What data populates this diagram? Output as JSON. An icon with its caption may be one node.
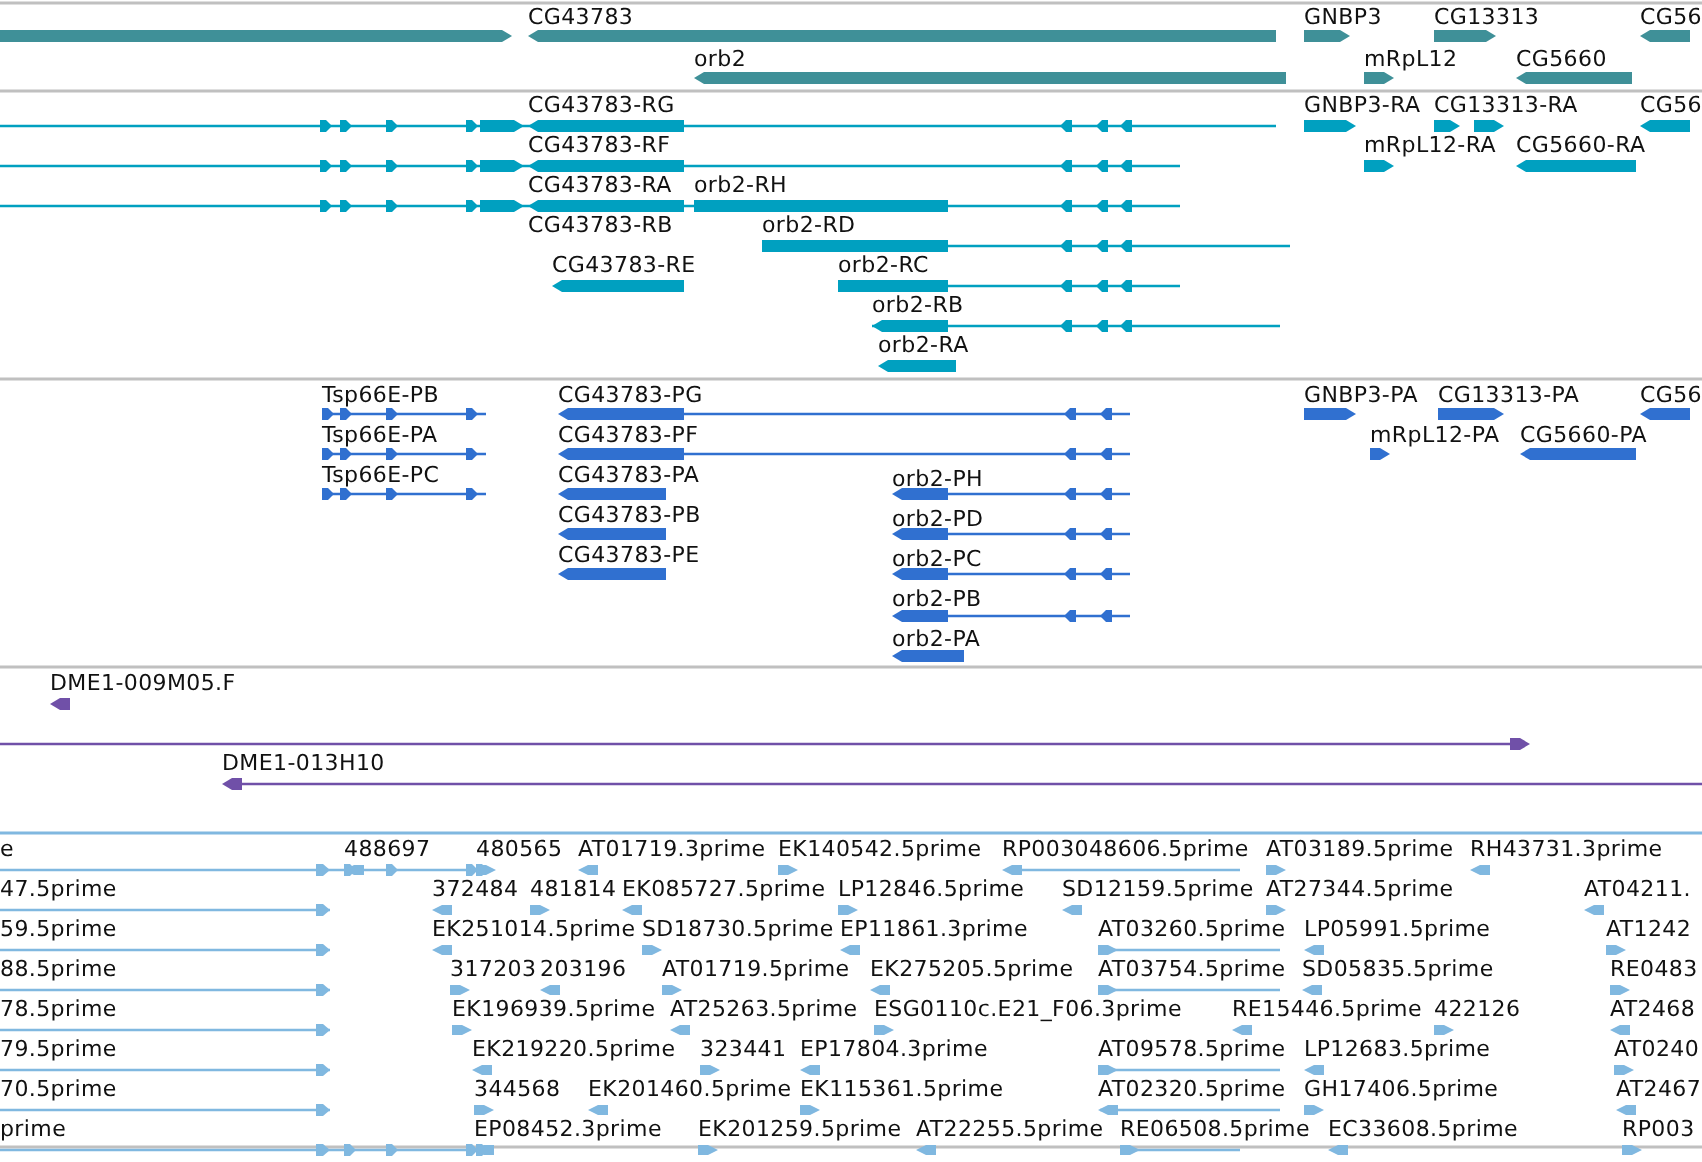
{
  "diagram": {
    "labels": [
      "CG43783",
      "GNBP3",
      "CG13313",
      "CG56",
      "orb2",
      "mRpL12",
      "CG5660",
      "CG43783-RG",
      "GNBP3-RA",
      "CG13313-RA",
      "CG56",
      "CG43783-RF",
      "mRpL12-RA",
      "CG5660-RA",
      "CG43783-RA",
      "orb2-RH",
      "CG43783-RB",
      "orb2-RD",
      "CG43783-RE",
      "orb2-RC",
      "orb2-RB",
      "orb2-RA",
      "Tsp66E-PB",
      "CG43783-PG",
      "GNBP3-PA",
      "CG13313-PA",
      "CG56",
      "Tsp66E-PA",
      "CG43783-PF",
      "mRpL12-PA",
      "CG5660-PA",
      "Tsp66E-PC",
      "CG43783-PA",
      "orb2-PH",
      "CG43783-PB",
      "orb2-PD",
      "CG43783-PE",
      "orb2-PC",
      "orb2-PB",
      "orb2-PA",
      "DME1-009M05.F",
      "DME1-013H10",
      "e",
      "488697",
      "480565",
      "AT01719.3prime",
      "EK140542.5prime",
      "RP003048606.5prime",
      "AT03189.5prime",
      "RH43731.3prime",
      "47.5prime",
      "372484",
      "481814",
      "EK085727.5prime",
      "LP12846.5prime",
      "SD12159.5prime",
      "AT27344.5prime",
      "AT04211.",
      "59.5prime",
      "EK251014.5prime",
      "SD18730.5prime",
      "EP11861.3prime",
      "AT03260.5prime",
      "LP05991.5prime",
      "AT1242",
      "88.5prime",
      "317203",
      "203196",
      "AT01719.5prime",
      "EK275205.5prime",
      "AT03754.5prime",
      "SD05835.5prime",
      "RE0483",
      "78.5prime",
      "EK196939.5prime",
      "AT25263.5prime",
      "ESG0110c.E21_F06.3prime",
      "RE15446.5prime",
      "422126",
      "AT2468",
      "79.5prime",
      "EK219220.5prime",
      "323441",
      "EP17804.3prime",
      "AT09578.5prime",
      "LP12683.5prime",
      "AT0240",
      "70.5prime",
      "344568",
      "EK201460.5prime",
      "EK115361.5prime",
      "AT02320.5prime",
      "GH17406.5prime",
      "AT2467",
      "prime",
      "EP08452.3prime",
      "EK201259.5prime",
      "AT22255.5prime",
      "RE06508.5prime",
      "EC33608.5prime",
      "RP003"
    ]
  }
}
